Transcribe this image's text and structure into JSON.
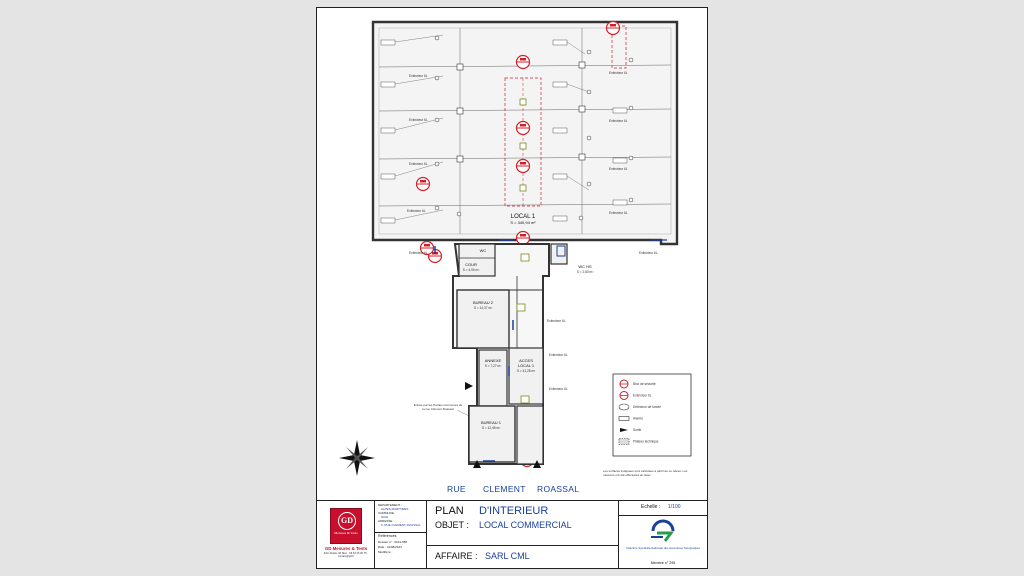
{
  "rooms": {
    "local1": {
      "name": "LOCAL 1",
      "area": "S = 340,94 m²"
    },
    "wc": {
      "name": "WC"
    },
    "cour": {
      "name": "COUR",
      "area": "S = 4,90 m²"
    },
    "wc_hs": {
      "name": "WC HS",
      "area": "S = 2,60 m²"
    },
    "bureau2": {
      "name": "BUREAU 2",
      "area": "S = 14,37 m²"
    },
    "annexe": {
      "name": "ANNEXE",
      "area": "S = 7,27 m²"
    },
    "acces": {
      "name": "ACCES",
      "name2": "LOCAL 1",
      "area": "S = 41,28 m²"
    },
    "bureau1": {
      "name": "BUREAU 1",
      "area": "S = 12,48 m²"
    }
  },
  "street": {
    "word1": "RUE",
    "word2": "CLEMENT",
    "word3": "ROASSAL"
  },
  "annotations": {
    "fixture": "Extincteur 6L",
    "entry": "Entrée par les Parties communes de la rue Clément Roassal"
  },
  "legend": {
    "items": [
      "Bloc de sécurité",
      "Extincteur 6L",
      "Détecteur de fumée",
      "Alarme",
      "Sortie",
      "Plateau technique"
    ]
  },
  "note": "Les surfaces indiquées sont calculées à partir de ce relevé. Les mesures ont été effectuées au laser.",
  "cartouche": {
    "company_logo_letters": "GD",
    "company_logo_text": "Mesures & Tests",
    "company_name": "GD Mesures & Tests",
    "company_address": "ZAC Abelia, 06 Nice · 06 63 26 00 75 · contact@gd.fr",
    "departement_label": "DEPARTEMENT :",
    "departement": "ALPES-MARITIMES",
    "commune_label": "COMMUNE :",
    "commune": "NICE",
    "adresse_label": "ADRESSE :",
    "adresse": "6, RUE CLEMENT ROASSAL",
    "references_label": "Références",
    "dossier": "Dossier n° : 2013-086",
    "date": "Date : 31/08/2013",
    "modifie": "Modifié le :",
    "plan_label": "PLAN",
    "plan_value": "D'INTERIEUR",
    "objet_label": "OBJET :",
    "objet_value": "LOCAL COMMERCIAL",
    "affaire_label": "AFFAIRE :",
    "affaire_value": "SARL CML",
    "echelle_label": "Echelle :",
    "echelle_value": "1/100",
    "geo_caption": "Chambre Syndicale Nationale des Géomètres Topographes",
    "membre": "Membre n° 295"
  },
  "colors": {
    "wall": "#333333",
    "safety": "#d0202a",
    "accent_blue": "#1a3f9c",
    "fixture_green": "#7c8a1e"
  }
}
